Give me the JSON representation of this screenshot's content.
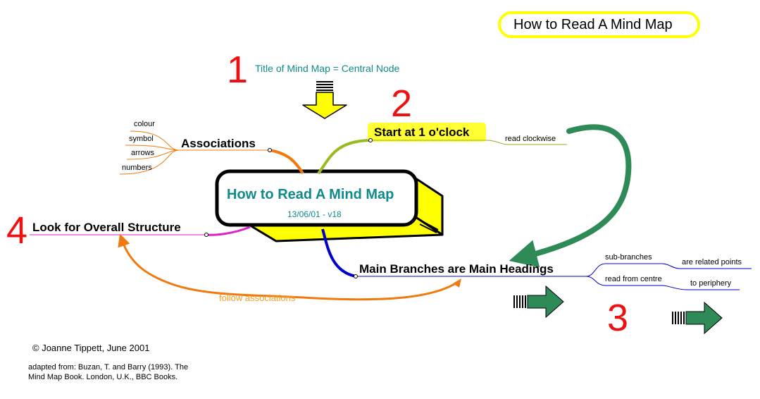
{
  "title": "How to Read A Mind Map",
  "central_node": {
    "title": "How to Read A Mind Map",
    "subtitle": "13/06/01 - v18"
  },
  "steps": {
    "one": {
      "number": "1",
      "label": "Title of Mind Map = Central Node"
    },
    "two": {
      "number": "2",
      "label": "Start at 1 o'clock",
      "note": "read clockwise"
    },
    "three": {
      "number": "3",
      "label": "Main Branches are Main Headings",
      "sub1": "sub-branches",
      "sub1_end": "are related points",
      "sub2": "read from centre",
      "sub2_end": "to periphery"
    },
    "four": {
      "number": "4",
      "label": "Look for Overall Structure",
      "note": "follow associations"
    }
  },
  "associations": {
    "label": "Associations",
    "items": [
      "colour",
      "symbol",
      "arrows",
      "numbers"
    ]
  },
  "credit": "© Joanne Tippett,  June  2001",
  "adapted": "adapted from: Buzan, T. and Barry (1993). The Mind Map Book. London, U.K., BBC Books.",
  "colors": {
    "highlight_yellow": "#ffff33",
    "step_number_red": "#ee1111",
    "teal_text": "#108a8a",
    "arrow_green": "#2e8b57",
    "branch_orange": "#f07a10",
    "branch_blue": "#0000cc",
    "branch_magenta": "#dd22cc",
    "branch_olive": "#99bb22"
  },
  "icons": [
    "yellow-down-arrow-icon",
    "green-right-arrow-icon"
  ]
}
